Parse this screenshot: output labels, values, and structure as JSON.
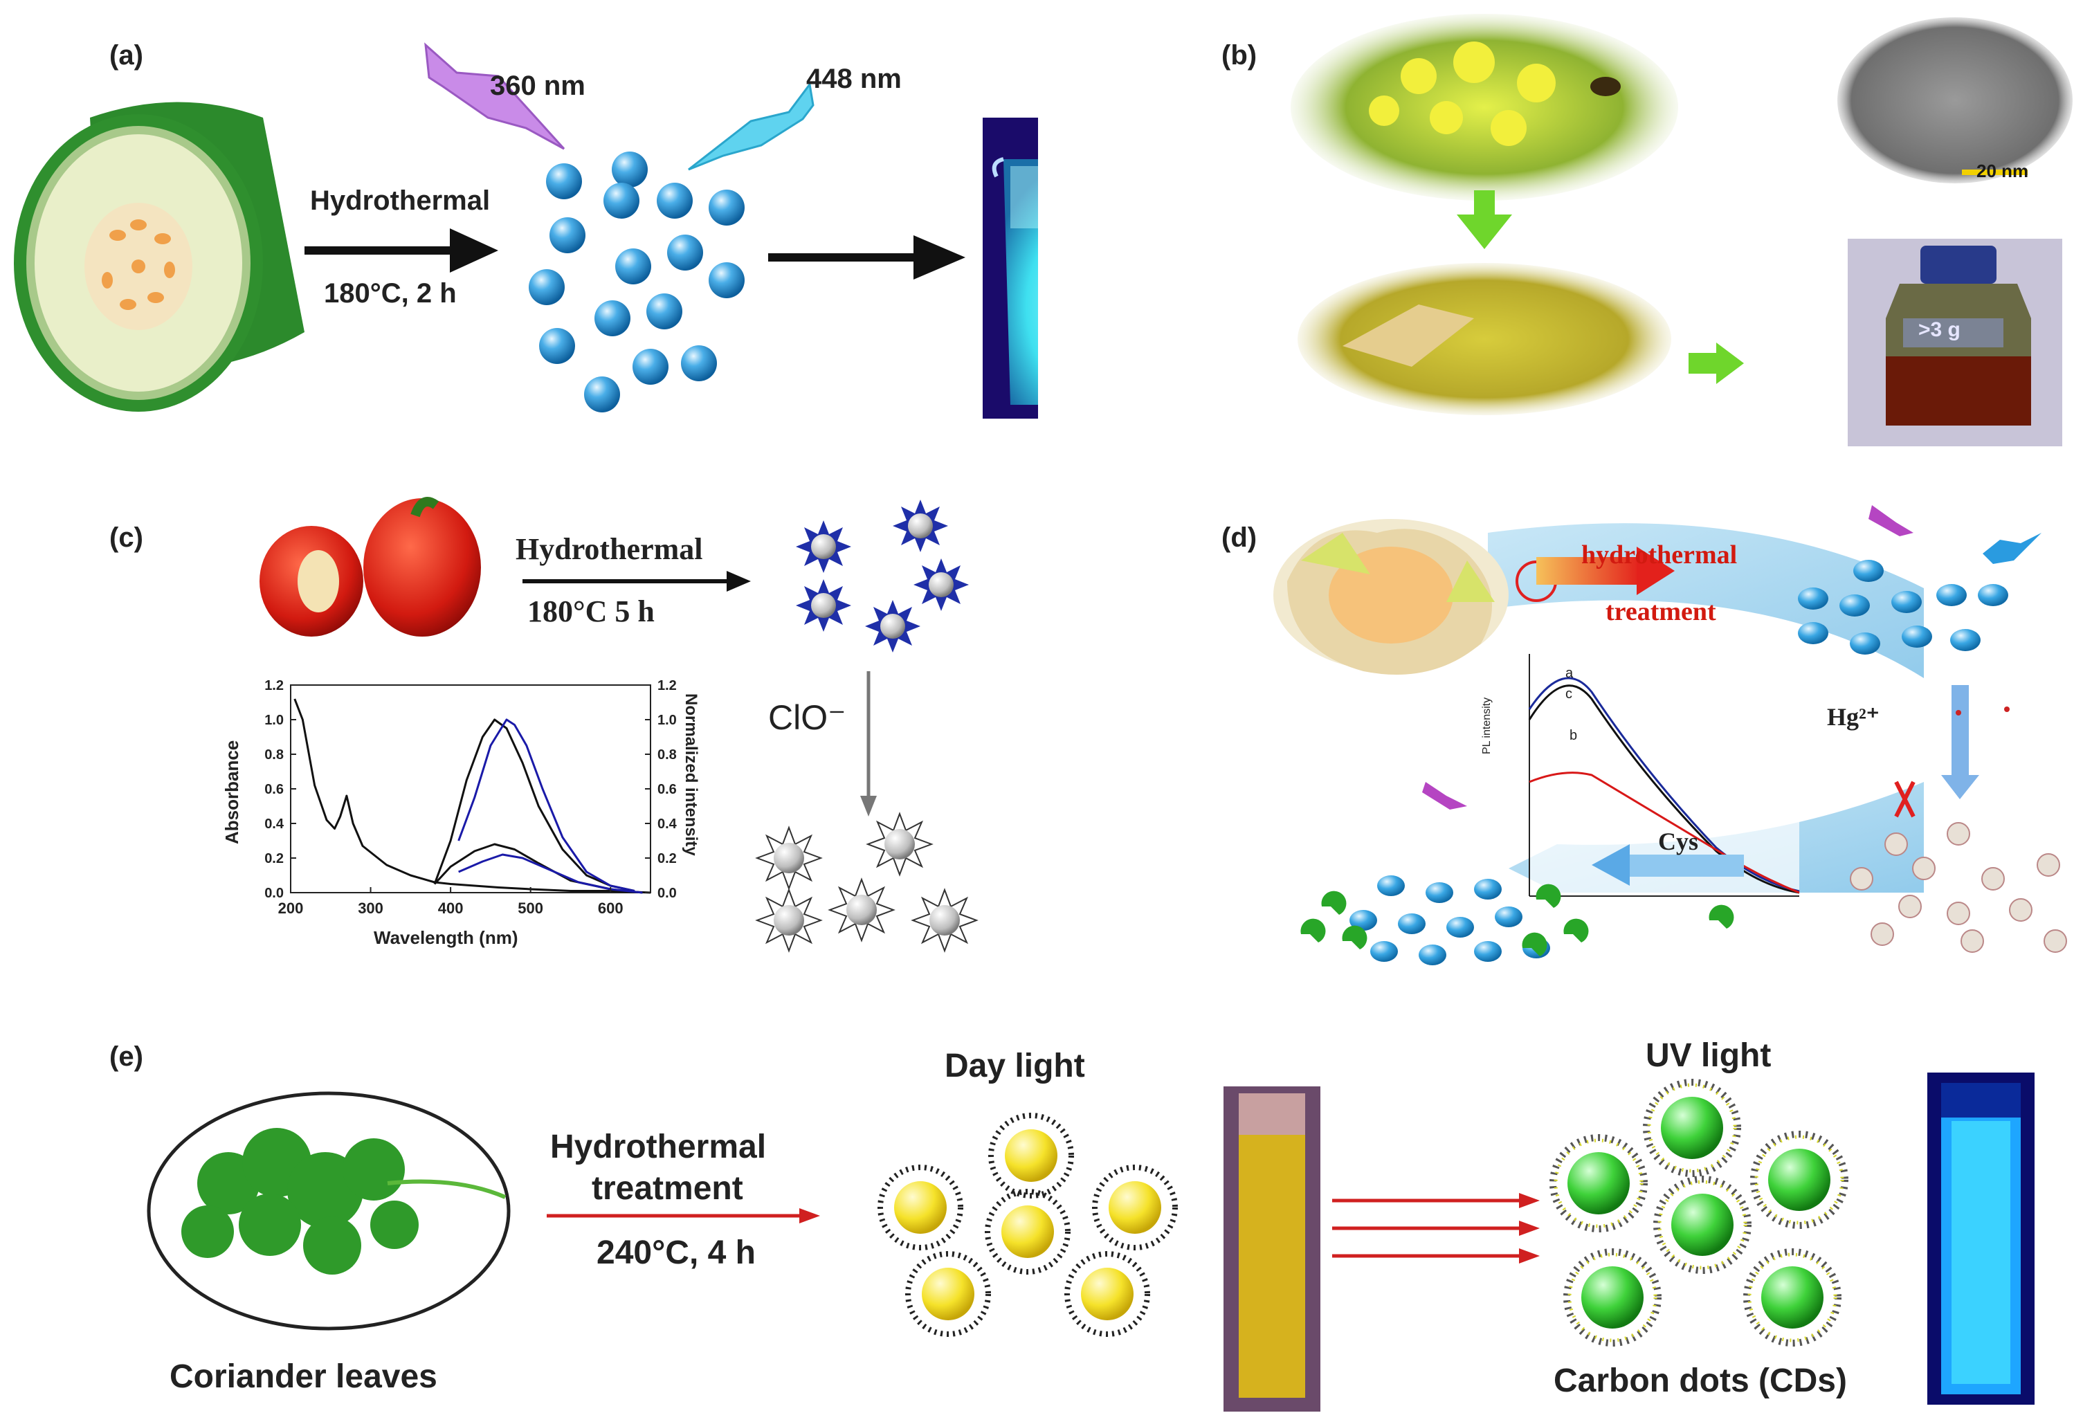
{
  "panel_a": {
    "label": "(a)",
    "excitation": "360 nm",
    "emission": "448 nm",
    "method": "Hydrothermal",
    "condition": "180°C, 2 h"
  },
  "panel_b": {
    "label": "(b)",
    "scale_bar": "20 nm",
    "bottle_label": ">3 g"
  },
  "panel_c": {
    "label": "(c)",
    "method": "Hydrothermal",
    "condition": "180°C  5 h",
    "reagent": "ClO⁻",
    "chart": {
      "xlabel": "Wavelength (nm)",
      "ylabel_left": "Absorbance",
      "ylabel_right": "Normalized intensity",
      "x_ticks": [
        "200",
        "300",
        "400",
        "500",
        "600"
      ],
      "y_ticks": [
        "0.0",
        "0.2",
        "0.4",
        "0.6",
        "0.8",
        "1.0",
        "1.2"
      ]
    }
  },
  "panel_d": {
    "label": "(d)",
    "step1": "hydrothermal",
    "step1b": "treatment",
    "ion": "Hg²⁺",
    "reagent": "Cys",
    "curve_a": "a",
    "curve_b": "b",
    "curve_c": "c",
    "inset_ylabel": "PL intensity"
  },
  "panel_e": {
    "label": "(e)",
    "source": "Coriander leaves",
    "method_line1": "Hydrothermal",
    "method_line2": "treatment",
    "condition": "240°C, 4 h",
    "day_light": "Day light",
    "uv_light": "UV light",
    "product": "Carbon dots (CDs)"
  },
  "chart_data": {
    "type": "line",
    "xlabel": "Wavelength (nm)",
    "ylabel": "Absorbance",
    "y2label": "Normalized intensity",
    "xlim": [
      200,
      650
    ],
    "ylim": [
      0,
      1.2
    ],
    "y2lim": [
      0,
      1.2
    ],
    "series": [
      {
        "color": "#111111",
        "x": [
          205,
          215,
          230,
          245,
          255,
          262,
          270,
          278,
          290,
          320,
          350,
          380,
          400,
          430,
          460,
          500,
          550,
          600,
          650
        ],
        "y": [
          1.12,
          1.0,
          0.62,
          0.42,
          0.37,
          0.44,
          0.56,
          0.4,
          0.27,
          0.16,
          0.1,
          0.06,
          0.05,
          0.04,
          0.03,
          0.02,
          0.01,
          0.01,
          0.0
        ]
      },
      {
        "color": "#111111",
        "x": [
          380,
          400,
          420,
          440,
          455,
          470,
          490,
          510,
          540,
          570,
          600,
          630
        ],
        "y": [
          0.05,
          0.3,
          0.65,
          0.9,
          1.0,
          0.95,
          0.75,
          0.5,
          0.25,
          0.1,
          0.04,
          0.01
        ]
      },
      {
        "color": "#1a1aa8",
        "x": [
          410,
          430,
          450,
          470,
          480,
          495,
          515,
          540,
          570,
          600,
          630
        ],
        "y": [
          0.3,
          0.55,
          0.85,
          1.0,
          0.97,
          0.85,
          0.6,
          0.32,
          0.12,
          0.04,
          0.01
        ]
      },
      {
        "color": "#111111",
        "x": [
          380,
          400,
          430,
          455,
          480,
          510,
          550,
          600,
          640
        ],
        "y": [
          0.05,
          0.15,
          0.24,
          0.28,
          0.25,
          0.17,
          0.07,
          0.02,
          0.0
        ]
      },
      {
        "color": "#1a1aa8",
        "x": [
          410,
          440,
          465,
          490,
          520,
          560,
          600,
          640
        ],
        "y": [
          0.12,
          0.18,
          0.22,
          0.2,
          0.14,
          0.06,
          0.02,
          0.0
        ]
      }
    ]
  },
  "colors": {
    "dot_blue": "#2f95d6",
    "arrow_red": "#d02020",
    "leaf_green": "#2f9a2a",
    "uv_cyan": "#4ff0ff",
    "cuvette_yellow": "#d6b21e"
  }
}
